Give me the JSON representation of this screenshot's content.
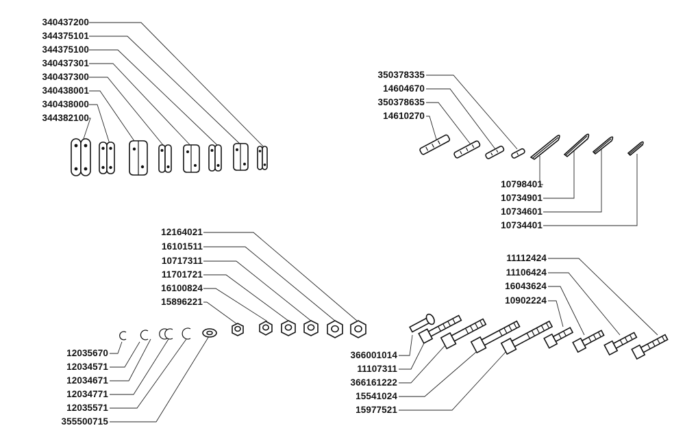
{
  "group_chain_links": [
    "340437200",
    "344375101",
    "344375100",
    "340437301",
    "340437300",
    "340438001",
    "340438000",
    "344382100"
  ],
  "group_pins_top": [
    "350378335",
    "14604670",
    "350378635",
    "14610270"
  ],
  "group_cotter_pins": [
    "10798401",
    "10734901",
    "10734601",
    "10734401"
  ],
  "group_nuts": [
    "12164021",
    "16101511",
    "10717311",
    "11701721",
    "16100824",
    "15896221"
  ],
  "group_clips_washers": [
    "12035670",
    "12034571",
    "12034671",
    "12034771",
    "12035571",
    "355500715"
  ],
  "group_long_bolts": [
    "366001014",
    "11107311",
    "366161222",
    "15541024",
    "15977521"
  ],
  "group_short_bolts": [
    "11112424",
    "11106424",
    "16043624",
    "10902224"
  ]
}
